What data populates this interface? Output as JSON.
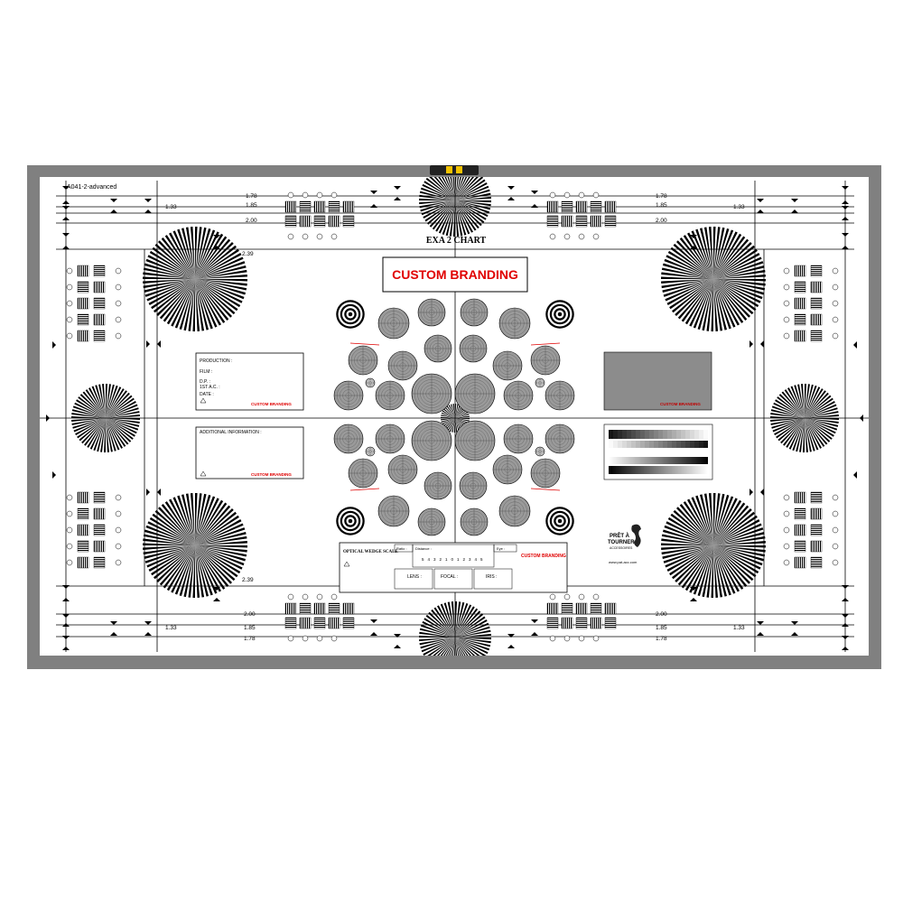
{
  "chart_id": "A041-2-advanced",
  "title": "EXA 2 CHART",
  "branding": "CUSTOM BRANDING",
  "ratios": {
    "r133": "1.33",
    "r178": "1.78",
    "r185": "1.85",
    "r200": "2.00",
    "r239": "2.39"
  },
  "production_form": {
    "production": "PRODUCTION :",
    "film": "FILM :",
    "dp": "D.P. :",
    "first_ac": "1ST A.C. :",
    "date": "DATE :"
  },
  "additional_info": "ADDITIONAL INFORMATION :",
  "wedge": {
    "title": "OPTICAL WEDGE SCALE",
    "ratio": "Ratio :",
    "distance": "Distance :",
    "eye": "Eye :",
    "lens": "LENS :",
    "focal": "FOCAL :",
    "iris": "IRIS :",
    "scale": [
      "5",
      "4",
      "3",
      "2",
      "1",
      "0",
      "1",
      "2",
      "3",
      "4",
      "5"
    ]
  },
  "logo": {
    "line1": "PRÊT À",
    "line2": "TOURNER",
    "line3": "ACCESSOIRES",
    "url": "www.pat-acc.com"
  },
  "colors": {
    "frame": "#808080",
    "accent": "#e00000",
    "pattern_gray": "#9a9a9a",
    "level": "#f2c200"
  }
}
